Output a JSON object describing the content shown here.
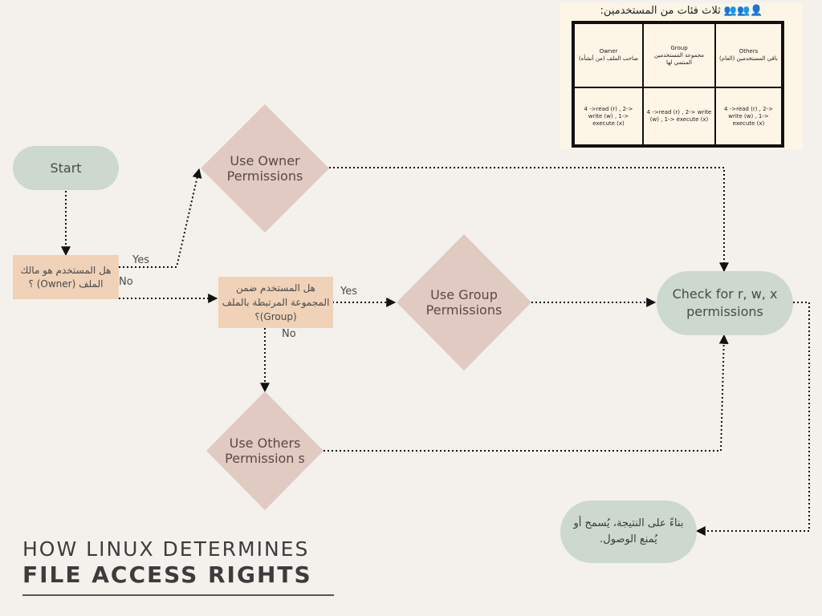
{
  "nodes": {
    "start": "Start",
    "q_owner": "هل المستخدم هو مالك الملف (Owner) ؟",
    "q_group": "هل المستخدم ضمن المجموعة المرتبطة بالملف (Group)؟",
    "use_owner": "Use Owner Permissions",
    "use_group": "Use Group Permissions",
    "use_others": "Use Others Permission s",
    "check": "Check for r, w, x permissions",
    "result": "بناءً على النتيجة، يُسمح أو يُمنع الوصول."
  },
  "edge_labels": {
    "owner_yes": "Yes",
    "owner_no": "No",
    "group_yes": "Yes",
    "group_no": "No"
  },
  "title": {
    "line1": "HOW LINUX DETERMINES",
    "line2": "FILE ACCESS RIGHTS"
  },
  "legend": {
    "title": "👤👥👥 ثلاث فئات من المستخدمين:",
    "columns": [
      {
        "name": "Owner",
        "desc": "صاحب الملف (من أنشأه)",
        "perms": "4 ->read (r) , 2-> write (w) , 1-> execute (x)"
      },
      {
        "name": "Group",
        "desc": "مجموعة المستخدمين المنتمي لها",
        "perms": "4 ->read (r) , 2-> write (w) , 1-> execute (x)"
      },
      {
        "name": "Others",
        "desc": "باقي المستخدمين (العام)",
        "perms": "4 ->read (r) , 2-> write (w) , 1-> execute (x)"
      }
    ]
  },
  "colors": {
    "background": "#f4f1ed",
    "pill": "#cdd8cf",
    "decision": "#efd2b8",
    "diamond": "#e0cac1",
    "legend_bg": "#fdf5e6",
    "text": "#4a4a4a"
  }
}
